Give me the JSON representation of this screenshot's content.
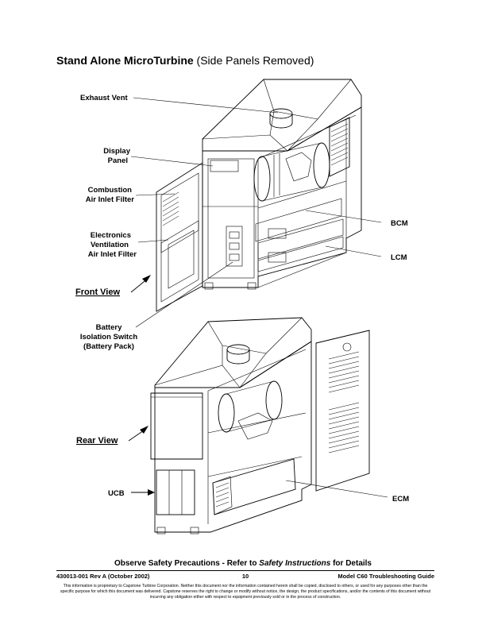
{
  "title": {
    "bold": "Stand Alone MicroTurbine",
    "normal": " (Side Panels Removed)"
  },
  "labels": {
    "exhaust_vent": "Exhaust Vent",
    "display_panel_1": "Display",
    "display_panel_2": "Panel",
    "combustion_1": "Combustion",
    "combustion_2": "Air Inlet Filter",
    "electronics_1": "Electronics",
    "electronics_2": "Ventilation",
    "electronics_3": "Air Inlet Filter",
    "front_view": "Front View",
    "battery_1": "Battery",
    "battery_2": "Isolation Switch",
    "battery_3": "(Battery Pack)",
    "bcm": "BCM",
    "lcm": "LCM",
    "rear_view": "Rear View",
    "ucb": "UCB",
    "ecm": "ECM"
  },
  "safety": {
    "prefix": "Observe Safety Precautions - Refer to ",
    "italic": "Safety Instructions",
    "suffix": " for Details"
  },
  "footer": {
    "doc_number": "430013-001 Rev A (October 2002)",
    "page_number": "10",
    "guide_title": "Model C60 Troubleshooting Guide",
    "legal": "This information is proprietary to Capstone Turbine Corporation. Neither this document nor the information contained herein shall be copied, disclosed to others, or used for any purposes other than the specific purpose for which this document was delivered. Capstone reserves the right to change or modify without notice, the design, the product specifications, and/or the contents of this document without incurring any obligation either with respect to equipment previously sold or in the process of construction."
  }
}
